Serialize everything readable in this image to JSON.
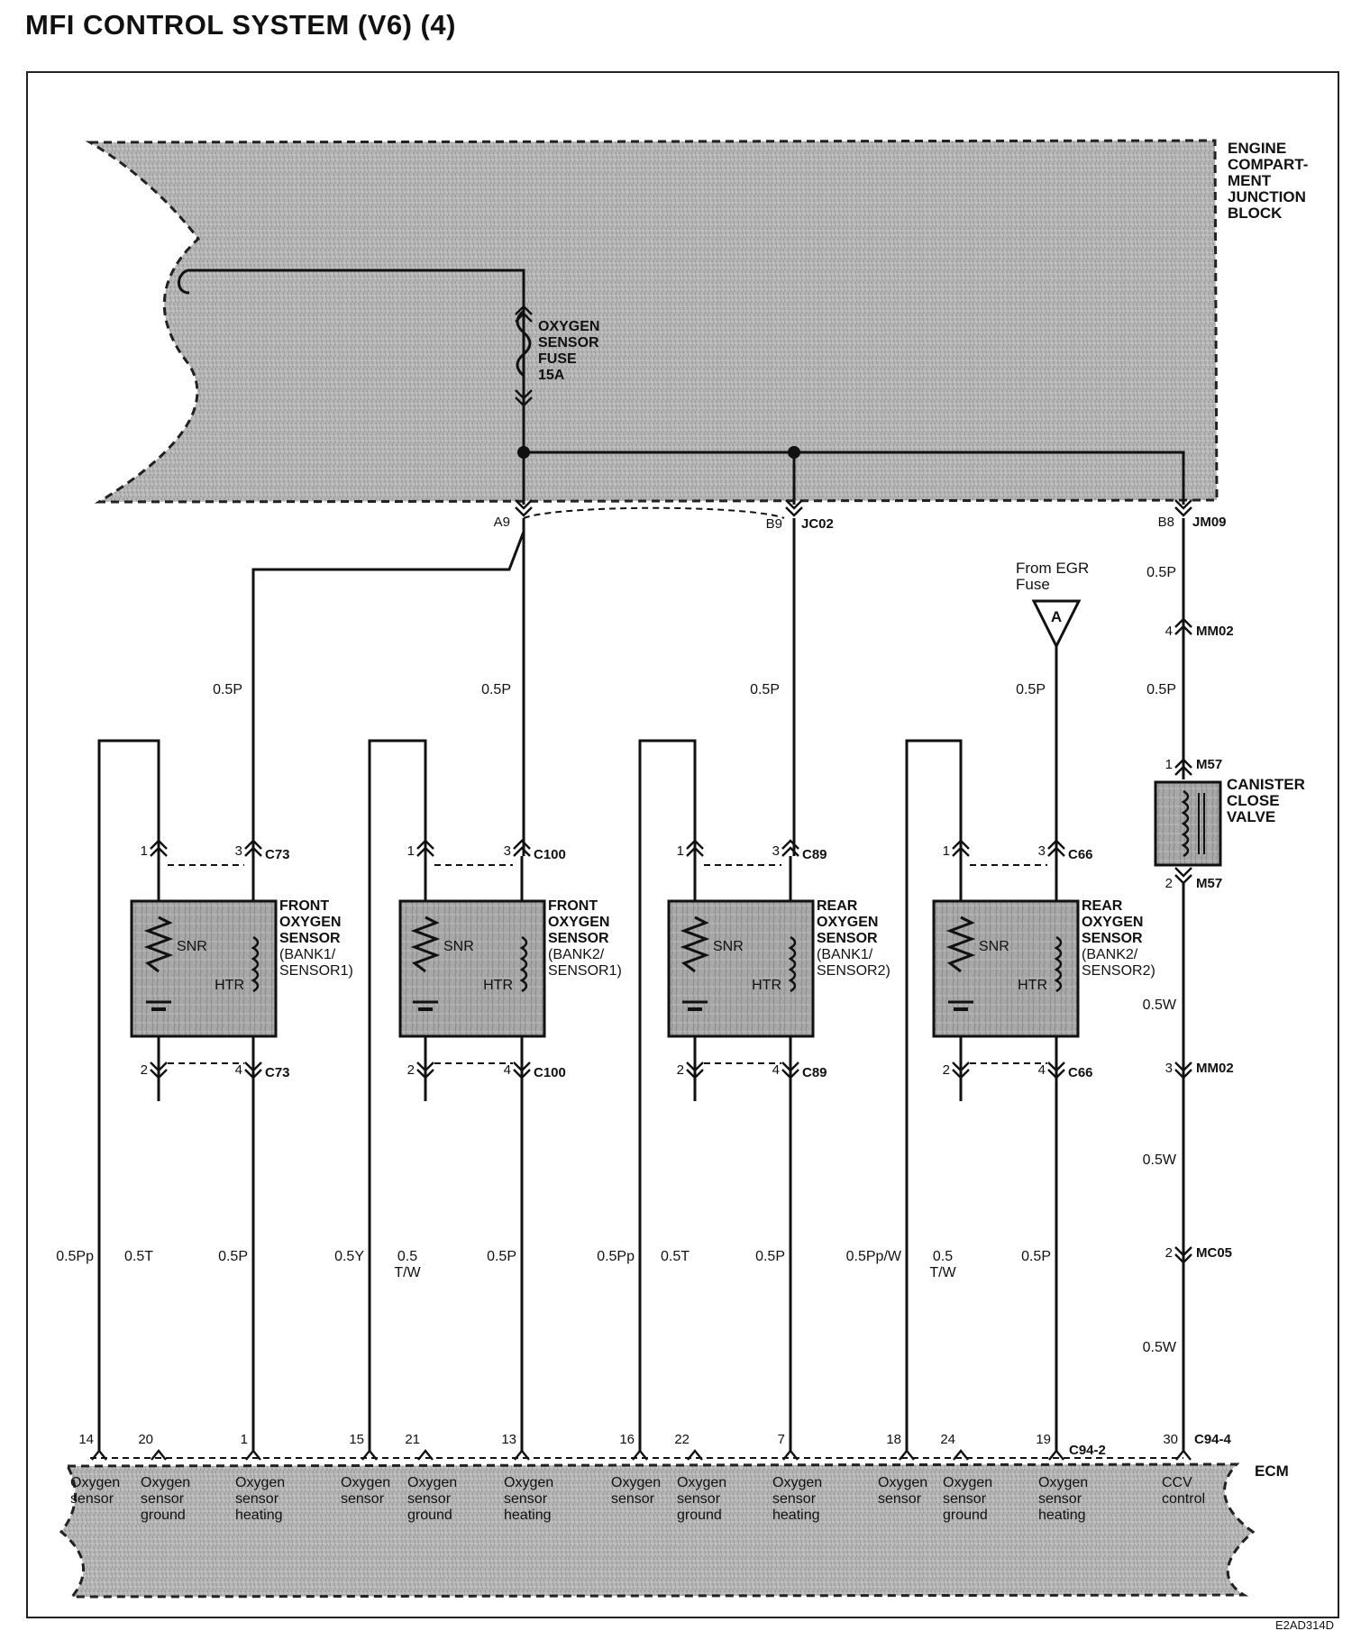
{
  "title": "MFI CONTROL SYSTEM (V6) (4)",
  "figure_code": "E2AD314D",
  "junction_block": {
    "label_lines": [
      "ENGINE",
      "COMPART-",
      "MENT",
      "JUNCTION",
      "BLOCK"
    ],
    "fuse_lines": [
      "OXYGEN",
      "SENSOR",
      "FUSE",
      "15A"
    ]
  },
  "connectors": {
    "a9": "A9",
    "b9": "B9",
    "jc02": "JC02",
    "b8": "B8",
    "jm09": "JM09"
  },
  "egr": {
    "from_lines": [
      "From EGR",
      "Fuse"
    ],
    "symbol": "A"
  },
  "canister": {
    "label_lines": [
      "CANISTER",
      "CLOSE",
      "VALVE"
    ],
    "pin_top": "1",
    "pin_bottom": "2",
    "connector": "M57"
  },
  "ccv_chain": [
    {
      "type": "wire",
      "text": "0.5P"
    },
    {
      "type": "conn",
      "pin": "4",
      "name": "MM02"
    },
    {
      "type": "wire",
      "text": "0.5P"
    },
    {
      "type": "wire",
      "text": "0.5W"
    },
    {
      "type": "conn",
      "pin": "3",
      "name": "MM02"
    },
    {
      "type": "wire",
      "text": "0.5W"
    },
    {
      "type": "conn",
      "pin": "2",
      "name": "MC05"
    },
    {
      "type": "wire",
      "text": "0.5W"
    }
  ],
  "sensors": [
    {
      "name_lines": [
        "FRONT",
        "OXYGEN",
        "SENSOR"
      ],
      "sub_lines": [
        "(BANK1/",
        "SENSOR1)"
      ],
      "connector": "C73",
      "supply_wire": "0.5P",
      "snr": "SNR",
      "htr": "HTR",
      "pins": {
        "top_left": "1",
        "top_right": "3",
        "bottom_left": "2",
        "bottom_right": "4"
      },
      "wires": {
        "outer": "0.5Pp",
        "ground": "0.5T",
        "heating": "0.5P"
      },
      "ecm_pins": {
        "outer": "14",
        "ground": "20",
        "heating": "1"
      }
    },
    {
      "name_lines": [
        "FRONT",
        "OXYGEN",
        "SENSOR"
      ],
      "sub_lines": [
        "(BANK2/",
        "SENSOR1)"
      ],
      "connector": "C100",
      "supply_wire": "0.5P",
      "snr": "SNR",
      "htr": "HTR",
      "pins": {
        "top_left": "1",
        "top_right": "3",
        "bottom_left": "2",
        "bottom_right": "4"
      },
      "wires": {
        "outer": "0.5Y",
        "ground": "0.5 T/W",
        "heating": "0.5P"
      },
      "ecm_pins": {
        "outer": "15",
        "ground": "21",
        "heating": "13"
      }
    },
    {
      "name_lines": [
        "REAR",
        "OXYGEN",
        "SENSOR"
      ],
      "sub_lines": [
        "(BANK1/",
        "SENSOR2)"
      ],
      "connector": "C89",
      "supply_wire": "0.5P",
      "snr": "SNR",
      "htr": "HTR",
      "pins": {
        "top_left": "1",
        "top_right": "3",
        "bottom_left": "2",
        "bottom_right": "4"
      },
      "wires": {
        "outer": "0.5Pp",
        "ground": "0.5T",
        "heating": "0.5P"
      },
      "ecm_pins": {
        "outer": "16",
        "ground": "22",
        "heating": "7"
      }
    },
    {
      "name_lines": [
        "REAR",
        "OXYGEN",
        "SENSOR"
      ],
      "sub_lines": [
        "(BANK2/",
        "SENSOR2)"
      ],
      "connector": "C66",
      "supply_wire": "0.5P",
      "snr": "SNR",
      "htr": "HTR",
      "pins": {
        "top_left": "1",
        "top_right": "3",
        "bottom_left": "2",
        "bottom_right": "4"
      },
      "wires": {
        "outer": "0.5Pp/W",
        "ground": "0.5 T/W",
        "heating": "0.5P"
      },
      "ecm_pins": {
        "outer": "18",
        "ground": "24",
        "heating": "19"
      }
    }
  ],
  "ecm": {
    "label": "ECM",
    "connector_heating": "C94-2",
    "connector_ccv": "C94-4",
    "ccv_pin": "30",
    "pin_descriptions": {
      "outer": [
        "Oxygen",
        "sensor"
      ],
      "ground": [
        "Oxygen",
        "sensor",
        "ground"
      ],
      "heating": [
        "Oxygen",
        "sensor",
        "heating"
      ],
      "ccv": [
        "CCV",
        "control"
      ]
    }
  }
}
